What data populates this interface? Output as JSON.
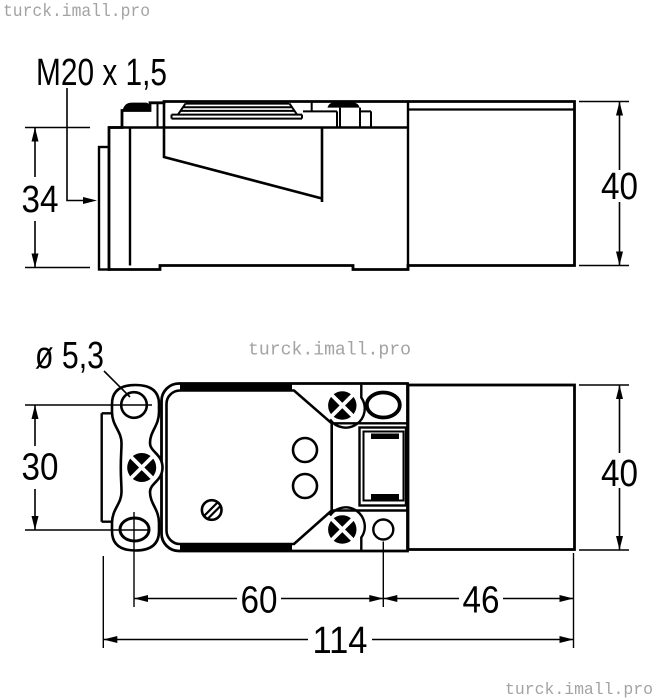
{
  "colors": {
    "background": "#ffffff",
    "line": "#000000",
    "watermark": "#a3a3a3"
  },
  "watermarks": {
    "top_left": "turck.imall.pro",
    "center": "turck.imall.pro",
    "bottom_right": "turck.imall.pro"
  },
  "side_view": {
    "thread_label": "M20 x 1,5",
    "dim_height_body": "34",
    "dim_height_overall": "40"
  },
  "top_view": {
    "hole_diameter_label": "ø 5,3",
    "dim_hole_spacing": "30",
    "dim_width": "40",
    "dim_body_length": "60",
    "dim_head_length": "46",
    "dim_overall_length": "114"
  }
}
